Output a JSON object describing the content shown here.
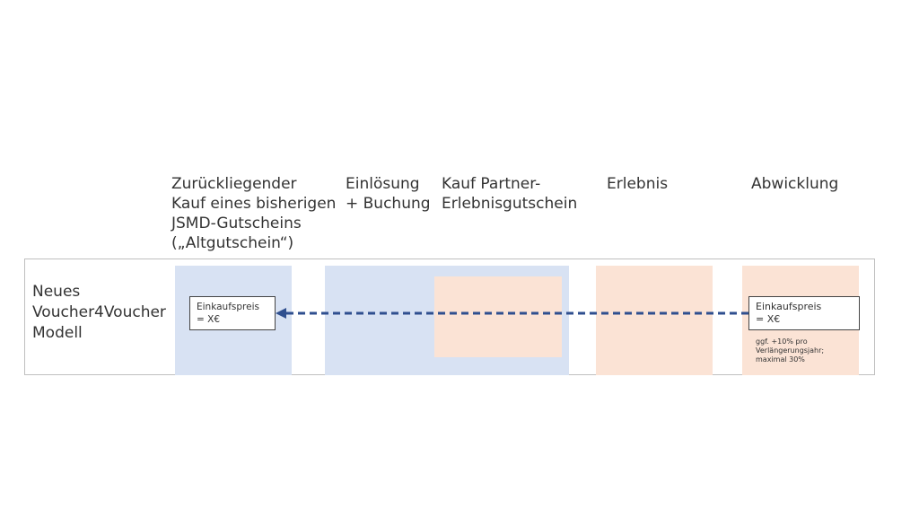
{
  "headers": {
    "col1": "Zurückliegender\nKauf eines bisherigen\nJSMD-Gutscheins\n(„Altgutschein“)",
    "col2": "Einlösung\n+ Buchung",
    "col3": "Kauf Partner-\nErlebnisgutschein",
    "col4": "Erlebnis",
    "col5": "Abwicklung"
  },
  "row": {
    "label": "Neues\nVoucher4Voucher\nModell"
  },
  "left_price": {
    "line1": "Einkaufspreis",
    "line2": "= X€"
  },
  "right_price": {
    "line1": "Einkaufspreis",
    "line2": "= X€"
  },
  "note": "ggf. +10% pro\nVerlängerungsjahr;\nmaximal 30%",
  "colors": {
    "blue_zone": "#d8e2f3",
    "peach_zone": "#fbe3d5",
    "arrow": "#2f4f8f"
  }
}
